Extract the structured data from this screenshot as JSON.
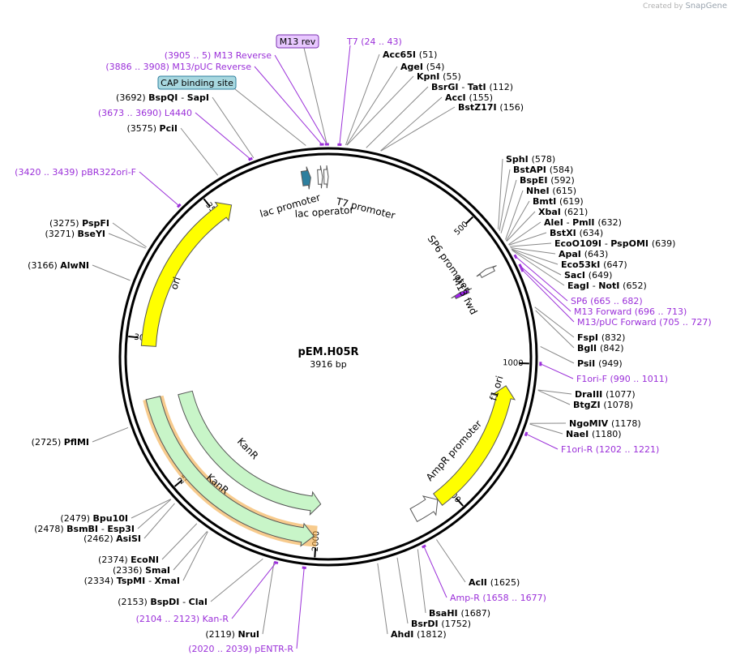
{
  "watermark": {
    "prefix": "Created by",
    "brand": "SnapGene"
  },
  "plasmid": {
    "name": "pEM.H05R",
    "length_label": "3916 bp",
    "length": 3916
  },
  "ticks": [
    {
      "pos": 500,
      "label": "500"
    },
    {
      "pos": 1000,
      "label": "1000"
    },
    {
      "pos": 1500,
      "label": "1500"
    },
    {
      "pos": 2000,
      "label": "2000"
    },
    {
      "pos": 2500,
      "label": "2500"
    },
    {
      "pos": 3000,
      "label": "3000"
    },
    {
      "pos": 3500,
      "label": "3500"
    }
  ],
  "features": [
    {
      "name": "ori",
      "start": 2974,
      "end": 3562,
      "dir": "fwd",
      "color": "#ffff00",
      "ring": 1
    },
    {
      "name": "f1 ori",
      "start": 1080,
      "end": 1550,
      "dir": "rev",
      "color": "#ffff00",
      "ring": 1
    },
    {
      "name": "KanR",
      "start": 1990,
      "end": 2783,
      "dir": "rev",
      "color": "#c8f5c8",
      "ring": 2
    },
    {
      "name": "KanR",
      "start": 2008,
      "end": 2793,
      "dir": "rev",
      "color": "#c8f5c8",
      "ring": 1
    },
    {
      "name": "AmpR promoter",
      "start": 1551,
      "end": 1650,
      "dir": "rev",
      "color": "#ffffff",
      "ring": 1
    },
    {
      "name": "SP6 promoter",
      "start": 663,
      "end": 682,
      "dir": "rev",
      "color": "#ffffff",
      "ring": 1
    },
    {
      "name": "M13 fwd",
      "start": 696,
      "end": 713,
      "dir": "rev",
      "color": "#a020f0",
      "ring": 2
    },
    {
      "name": "lac promoter",
      "start": 3825,
      "end": 3855,
      "dir": "fwd",
      "color": "#2e7f9e",
      "ring": 1
    },
    {
      "name": "lac operator",
      "start": 3880,
      "end": 3896,
      "dir": "fwd",
      "color": "#ffffff",
      "ring": 1
    },
    {
      "name": "T7 promoter",
      "start": 3901,
      "end": 3916,
      "dir": "fwd",
      "color": "#ffffff",
      "ring": 1
    }
  ],
  "feature_labels": {
    "lac_promoter": "lac promoter",
    "lac_operator": "lac operator",
    "t7_promoter": "T7 promoter",
    "sp6_promoter": "SP6 promoter",
    "m13_fwd": "M13 fwd",
    "ori": "ori",
    "f1_ori": "f1 ori",
    "kanr_inner": "KanR",
    "kanr_outer": "KanR",
    "ampr_promoter": "AmpR promoter"
  },
  "boxed_labels": {
    "m13_rev": "M13 rev",
    "cap_site": "CAP binding site"
  },
  "right_labels": [
    {
      "parts": [
        {
          "t": "Acc65I",
          "k": "n"
        },
        {
          "t": "(51)",
          "k": "p"
        }
      ],
      "pos": 51
    },
    {
      "parts": [
        {
          "t": "AgeI",
          "k": "n"
        },
        {
          "t": "(54)",
          "k": "p"
        }
      ],
      "pos": 54
    },
    {
      "parts": [
        {
          "t": "KpnI",
          "k": "n"
        },
        {
          "t": "(55)",
          "k": "p"
        }
      ],
      "pos": 55
    },
    {
      "parts": [
        {
          "t": "BsrGI",
          "k": "n"
        },
        {
          "t": "- ",
          "k": "p"
        },
        {
          "t": "TatI",
          "k": "n"
        },
        {
          "t": "(112)",
          "k": "p"
        }
      ],
      "pos": 112
    },
    {
      "parts": [
        {
          "t": "AccI",
          "k": "n"
        },
        {
          "t": "(155)",
          "k": "p"
        }
      ],
      "pos": 155
    },
    {
      "parts": [
        {
          "t": "BstZ17I",
          "k": "n"
        },
        {
          "t": "(156)",
          "k": "p"
        }
      ],
      "pos": 156
    },
    {
      "parts": [
        {
          "t": "SphI",
          "k": "n"
        },
        {
          "t": "(578)",
          "k": "p"
        }
      ],
      "pos": 578
    },
    {
      "parts": [
        {
          "t": "BstAPI",
          "k": "n"
        },
        {
          "t": "(584)",
          "k": "p"
        }
      ],
      "pos": 584
    },
    {
      "parts": [
        {
          "t": "BspEI",
          "k": "n"
        },
        {
          "t": "(592)",
          "k": "p"
        }
      ],
      "pos": 592
    },
    {
      "parts": [
        {
          "t": "NheI",
          "k": "n"
        },
        {
          "t": "(615)",
          "k": "p"
        }
      ],
      "pos": 615
    },
    {
      "parts": [
        {
          "t": "BmtI",
          "k": "n"
        },
        {
          "t": "(619)",
          "k": "p"
        }
      ],
      "pos": 619
    },
    {
      "parts": [
        {
          "t": "XbaI",
          "k": "n"
        },
        {
          "t": "(621)",
          "k": "p"
        }
      ],
      "pos": 621
    },
    {
      "parts": [
        {
          "t": "AleI",
          "k": "n"
        },
        {
          "t": "- ",
          "k": "p"
        },
        {
          "t": "PmlI",
          "k": "n"
        },
        {
          "t": "(632)",
          "k": "p"
        }
      ],
      "pos": 632
    },
    {
      "parts": [
        {
          "t": "BstXI",
          "k": "n"
        },
        {
          "t": "(634)",
          "k": "p"
        }
      ],
      "pos": 634
    },
    {
      "parts": [
        {
          "t": "EcoO109I",
          "k": "n"
        },
        {
          "t": "- ",
          "k": "p"
        },
        {
          "t": "PspOMI",
          "k": "n"
        },
        {
          "t": "(639)",
          "k": "p"
        }
      ],
      "pos": 639
    },
    {
      "parts": [
        {
          "t": "ApaI",
          "k": "n"
        },
        {
          "t": "(643)",
          "k": "p"
        }
      ],
      "pos": 643
    },
    {
      "parts": [
        {
          "t": "Eco53kI",
          "k": "n"
        },
        {
          "t": "(647)",
          "k": "p"
        }
      ],
      "pos": 647
    },
    {
      "parts": [
        {
          "t": "SacI",
          "k": "n"
        },
        {
          "t": "(649)",
          "k": "p"
        }
      ],
      "pos": 649
    },
    {
      "parts": [
        {
          "t": "EagI",
          "k": "n"
        },
        {
          "t": "- ",
          "k": "p"
        },
        {
          "t": "NotI",
          "k": "n"
        },
        {
          "t": "(652)",
          "k": "p"
        }
      ],
      "pos": 652
    },
    {
      "parts": [
        {
          "t": "SP6",
          "k": "m"
        },
        {
          "t": "(665 .. 682)",
          "k": "m"
        }
      ],
      "pos": 673
    },
    {
      "parts": [
        {
          "t": "M13 Forward",
          "k": "m"
        },
        {
          "t": "(696 .. 713)",
          "k": "m"
        }
      ],
      "pos": 704
    },
    {
      "parts": [
        {
          "t": "M13/pUC Forward",
          "k": "m"
        },
        {
          "t": "(705 .. 727)",
          "k": "m"
        }
      ],
      "pos": 716
    },
    {
      "parts": [
        {
          "t": "FspI",
          "k": "n"
        },
        {
          "t": "(832)",
          "k": "p"
        }
      ],
      "pos": 832
    },
    {
      "parts": [
        {
          "t": "BglI",
          "k": "n"
        },
        {
          "t": "(842)",
          "k": "p"
        }
      ],
      "pos": 842
    },
    {
      "parts": [
        {
          "t": "PsiI",
          "k": "n"
        },
        {
          "t": "(949)",
          "k": "p"
        }
      ],
      "pos": 949
    },
    {
      "parts": [
        {
          "t": "F1ori-F",
          "k": "m"
        },
        {
          "t": "(990 .. 1011)",
          "k": "m"
        }
      ],
      "pos": 1000
    },
    {
      "parts": [
        {
          "t": "DraIII",
          "k": "n"
        },
        {
          "t": "(1077)",
          "k": "p"
        }
      ],
      "pos": 1077
    },
    {
      "parts": [
        {
          "t": "BtgZI",
          "k": "n"
        },
        {
          "t": "(1078)",
          "k": "p"
        }
      ],
      "pos": 1078
    },
    {
      "parts": [
        {
          "t": "NgoMIV",
          "k": "n"
        },
        {
          "t": "(1178)",
          "k": "p"
        }
      ],
      "pos": 1178
    },
    {
      "parts": [
        {
          "t": "NaeI",
          "k": "n"
        },
        {
          "t": "(1180)",
          "k": "p"
        }
      ],
      "pos": 1180
    },
    {
      "parts": [
        {
          "t": "F1ori-R",
          "k": "m"
        },
        {
          "t": "(1202 .. 1221)",
          "k": "m"
        }
      ],
      "pos": 1211
    },
    {
      "parts": [
        {
          "t": "AclI",
          "k": "n"
        },
        {
          "t": "(1625)",
          "k": "p"
        }
      ],
      "pos": 1625
    },
    {
      "parts": [
        {
          "t": "Amp-R",
          "k": "m"
        },
        {
          "t": "(1658 .. 1677)",
          "k": "m"
        }
      ],
      "pos": 1667
    },
    {
      "parts": [
        {
          "t": "BsaHI",
          "k": "n"
        },
        {
          "t": "(1687)",
          "k": "p"
        }
      ],
      "pos": 1687
    },
    {
      "parts": [
        {
          "t": "BsrDI",
          "k": "n"
        },
        {
          "t": "(1752)",
          "k": "p"
        }
      ],
      "pos": 1752
    },
    {
      "parts": [
        {
          "t": "AhdI",
          "k": "n"
        },
        {
          "t": "(1812)",
          "k": "p"
        }
      ],
      "pos": 1812
    }
  ],
  "left_labels": [
    {
      "parts": [
        {
          "t": "(2020 .. 2039)",
          "k": "m"
        },
        {
          "t": "pENTR-R",
          "k": "m"
        }
      ],
      "pos": 2029
    },
    {
      "parts": [
        {
          "t": "(2119)",
          "k": "p"
        },
        {
          "t": "NruI",
          "k": "n"
        }
      ],
      "pos": 2119
    },
    {
      "parts": [
        {
          "t": "(2104 .. 2123)",
          "k": "m"
        },
        {
          "t": "Kan-R",
          "k": "m"
        }
      ],
      "pos": 2113
    },
    {
      "parts": [
        {
          "t": "(2153)",
          "k": "p"
        },
        {
          "t": "BspDI",
          "k": "n"
        },
        {
          "t": "- ",
          "k": "p"
        },
        {
          "t": "ClaI",
          "k": "n"
        }
      ],
      "pos": 2153
    },
    {
      "parts": [
        {
          "t": "(2334)",
          "k": "p"
        },
        {
          "t": "TspMI",
          "k": "n"
        },
        {
          "t": "- ",
          "k": "p"
        },
        {
          "t": "XmaI",
          "k": "n"
        }
      ],
      "pos": 2334
    },
    {
      "parts": [
        {
          "t": "(2336)",
          "k": "p"
        },
        {
          "t": "SmaI",
          "k": "n"
        }
      ],
      "pos": 2336
    },
    {
      "parts": [
        {
          "t": "(2374)",
          "k": "p"
        },
        {
          "t": "EcoNI",
          "k": "n"
        }
      ],
      "pos": 2374
    },
    {
      "parts": [
        {
          "t": "(2462)",
          "k": "p"
        },
        {
          "t": "AsiSI",
          "k": "n"
        }
      ],
      "pos": 2462
    },
    {
      "parts": [
        {
          "t": "(2478)",
          "k": "p"
        },
        {
          "t": "BsmBI",
          "k": "n"
        },
        {
          "t": "- ",
          "k": "p"
        },
        {
          "t": "Esp3I",
          "k": "n"
        }
      ],
      "pos": 2478
    },
    {
      "parts": [
        {
          "t": "(2479)",
          "k": "p"
        },
        {
          "t": "Bpu10I",
          "k": "n"
        }
      ],
      "pos": 2479
    },
    {
      "parts": [
        {
          "t": "(2725)",
          "k": "p"
        },
        {
          "t": "PflMI",
          "k": "n"
        }
      ],
      "pos": 2725
    },
    {
      "parts": [
        {
          "t": "(3166)",
          "k": "p"
        },
        {
          "t": "AlwNI",
          "k": "n"
        }
      ],
      "pos": 3166
    },
    {
      "parts": [
        {
          "t": "(3271)",
          "k": "p"
        },
        {
          "t": "BseYI",
          "k": "n"
        }
      ],
      "pos": 3271
    },
    {
      "parts": [
        {
          "t": "(3275)",
          "k": "p"
        },
        {
          "t": "PspFI",
          "k": "n"
        }
      ],
      "pos": 3275
    },
    {
      "parts": [
        {
          "t": "(3420 .. 3439)",
          "k": "m"
        },
        {
          "t": "pBR322ori-F",
          "k": "m"
        }
      ],
      "pos": 3430
    },
    {
      "parts": [
        {
          "t": "(3575)",
          "k": "p"
        },
        {
          "t": "PciI",
          "k": "n"
        }
      ],
      "pos": 3575
    },
    {
      "parts": [
        {
          "t": "(3673 .. 3690)",
          "k": "m"
        },
        {
          "t": "L4440",
          "k": "m"
        }
      ],
      "pos": 3682
    },
    {
      "parts": [
        {
          "t": "(3692)",
          "k": "p"
        },
        {
          "t": "BspQI",
          "k": "n"
        },
        {
          "t": "- ",
          "k": "p"
        },
        {
          "t": "SapI",
          "k": "n"
        }
      ],
      "pos": 3692
    },
    {
      "parts": [
        {
          "t": "(3886 .. 3908)",
          "k": "m"
        },
        {
          "t": "M13/pUC Reverse",
          "k": "m"
        }
      ],
      "pos": 3897
    },
    {
      "parts": [
        {
          "t": "(3905 .. 5)",
          "k": "m"
        },
        {
          "t": "M13 Reverse",
          "k": "m"
        }
      ],
      "pos": 3912
    }
  ],
  "top_labels": [
    {
      "parts": [
        {
          "t": "T7",
          "k": "m"
        },
        {
          "t": "(24 .. 43)",
          "k": "m"
        }
      ],
      "pos": 33
    }
  ],
  "colors": {
    "primer": "#9b30d9",
    "feature_yellow": "#ffff00",
    "feature_green": "#c8f5c8",
    "highlight_orange": "#f0a030",
    "m13_box": "#e8c8ff",
    "cap_box": "#a8d8e0"
  }
}
